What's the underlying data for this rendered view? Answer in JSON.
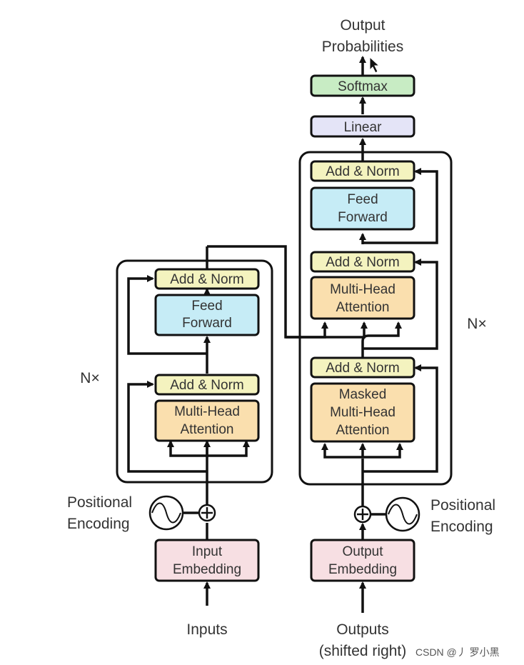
{
  "diagram": {
    "output_label": [
      "Output",
      "Probabilities"
    ],
    "softmax": "Softmax",
    "linear": "Linear",
    "encoder": {
      "nx": "N×",
      "add_norm_top": "Add & Norm",
      "feed_forward": [
        "Feed",
        "Forward"
      ],
      "add_norm_bottom": "Add & Norm",
      "attention": [
        "Multi-Head",
        "Attention"
      ]
    },
    "decoder": {
      "nx": "N×",
      "add_norm_top": "Add & Norm",
      "feed_forward": [
        "Feed",
        "Forward"
      ],
      "add_norm_mid": "Add & Norm",
      "cross_attention": [
        "Multi-Head",
        "Attention"
      ],
      "add_norm_bottom": "Add & Norm",
      "masked_attention": [
        "Masked",
        "Multi-Head",
        "Attention"
      ]
    },
    "encoder_positional": [
      "Positional",
      "Encoding"
    ],
    "decoder_positional": [
      "Positional",
      "Encoding"
    ],
    "input_embedding": [
      "Input",
      "Embedding"
    ],
    "output_embedding": [
      "Output",
      "Embedding"
    ],
    "inputs_label": "Inputs",
    "outputs_label": [
      "Outputs",
      "(shifted right)"
    ],
    "watermark": "CSDN @丿 罗小黑",
    "colors": {
      "add_norm": "#f4f3bf",
      "feed_forward": "#c6ecf6",
      "attention": "#fadfae",
      "embedding": "#f7dfe3",
      "linear": "#e4e4f7",
      "softmax": "#c8ecc4"
    }
  }
}
